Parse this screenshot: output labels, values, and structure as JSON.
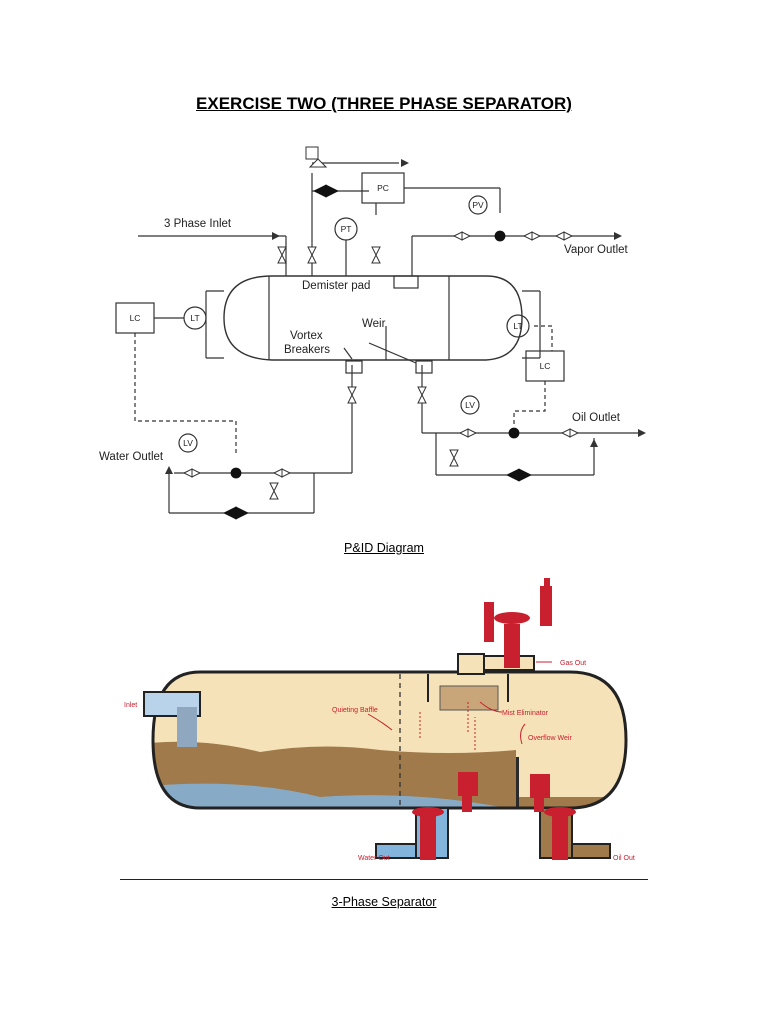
{
  "title": "EXERCISE TWO (THREE PHASE SEPARATOR)",
  "pid": {
    "caption": "P&ID Diagram",
    "labels": {
      "inlet": "3 Phase Inlet",
      "vapor_outlet": "Vapor Outlet",
      "water_outlet": "Water Outlet",
      "oil_outlet": "Oil Outlet",
      "demister": "Demister pad",
      "weir": "Weir",
      "vortex1": "Vortex",
      "vortex2": "Breakers",
      "pc": "PC",
      "pv": "PV",
      "pt": "PT",
      "lt": "LT",
      "lc": "LC",
      "lv": "LV"
    }
  },
  "separator": {
    "caption": "3-Phase Separator",
    "labels": {
      "inlet": "Inlet",
      "gas_out": "Gas Out",
      "quieting_baffle": "Quieting Baffle",
      "mist_eliminator": "Mist Eliminator",
      "overflow_weir": "Overflow Weir",
      "water_out": "Water Out",
      "oil_out": "Oil Out"
    }
  },
  "colors": {
    "gas": "#f6e2b8",
    "oil": "#9c7647",
    "water": "#7fb1d8",
    "valve": "#c8202e",
    "shell": "#222222"
  }
}
